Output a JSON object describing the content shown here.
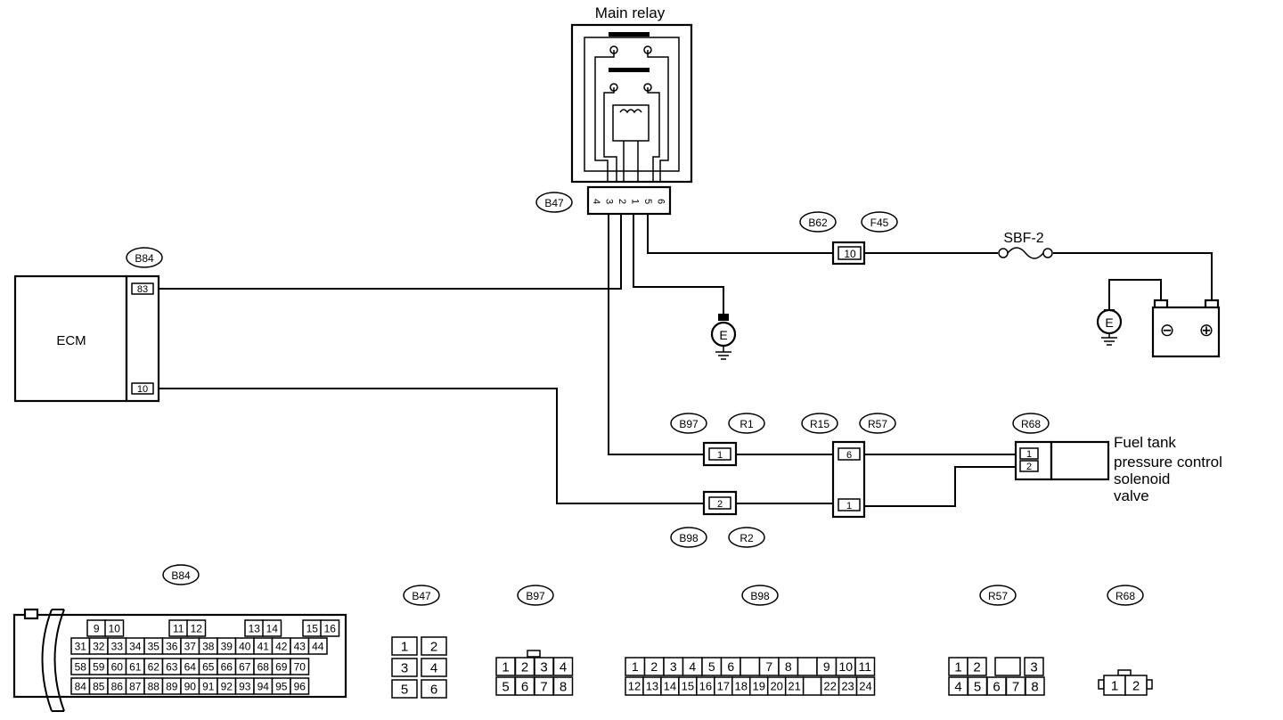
{
  "relay": {
    "title": "Main relay",
    "pins": [
      "4",
      "3",
      "2",
      "1",
      "5",
      "6"
    ]
  },
  "ecm": {
    "label": "ECM",
    "pin_top": "83",
    "pin_bottom": "10"
  },
  "connector_tags": {
    "b47": "B47",
    "b84": "B84",
    "b62": "B62",
    "f45": "F45",
    "b97": "B97",
    "r1": "R1",
    "r15": "R15",
    "r57": "R57",
    "r68": "R68",
    "b98": "B98",
    "r2": "R2"
  },
  "fuse": {
    "label": "SBF-2",
    "pin": "10"
  },
  "ground": {
    "symbol": "E"
  },
  "battery": {
    "minus": "⊖",
    "plus": "⊕"
  },
  "inline_pins": {
    "b97_r1": "1",
    "b98_r2": "2",
    "r15_top": "6",
    "r15_bottom": "1",
    "r68_top": "1",
    "r68_bottom": "2"
  },
  "valve_label": [
    "Fuel tank",
    "pressure control",
    "solenoid",
    "valve"
  ],
  "connector_views": {
    "b84": {
      "tag": "B84",
      "row1": [
        "9",
        "10",
        "11",
        "12",
        "13",
        "14",
        "15",
        "16"
      ],
      "row2": [
        "31",
        "32",
        "33",
        "34",
        "35",
        "36",
        "37",
        "38",
        "39",
        "40",
        "41",
        "42",
        "43",
        "44"
      ],
      "row3": [
        "58",
        "59",
        "60",
        "61",
        "62",
        "63",
        "64",
        "65",
        "66",
        "67",
        "68",
        "69",
        "70"
      ],
      "row4": [
        "84",
        "85",
        "86",
        "87",
        "88",
        "89",
        "90",
        "91",
        "92",
        "93",
        "94",
        "95",
        "96"
      ]
    },
    "b47": {
      "tag": "B47",
      "rows": [
        [
          "1",
          "2"
        ],
        [
          "3",
          "4"
        ],
        [
          "5",
          "6"
        ]
      ]
    },
    "b97": {
      "tag": "B97",
      "row1": [
        "1",
        "2",
        "3",
        "4"
      ],
      "row2": [
        "5",
        "6",
        "7",
        "8"
      ]
    },
    "b98": {
      "tag": "B98",
      "row1": [
        "1",
        "2",
        "3",
        "4",
        "5",
        "6",
        "",
        "7",
        "8",
        "",
        "9",
        "10",
        "11"
      ],
      "row2": [
        "12",
        "13",
        "14",
        "15",
        "16",
        "17",
        "18",
        "19",
        "20",
        "21",
        "",
        "22",
        "23",
        "24"
      ]
    },
    "r57": {
      "tag": "R57",
      "row1": [
        "1",
        "2",
        "",
        "3"
      ],
      "row2": [
        "4",
        "5",
        "6",
        "7",
        "8"
      ]
    },
    "r68": {
      "tag": "R68",
      "pins": [
        "1",
        "2"
      ]
    }
  }
}
